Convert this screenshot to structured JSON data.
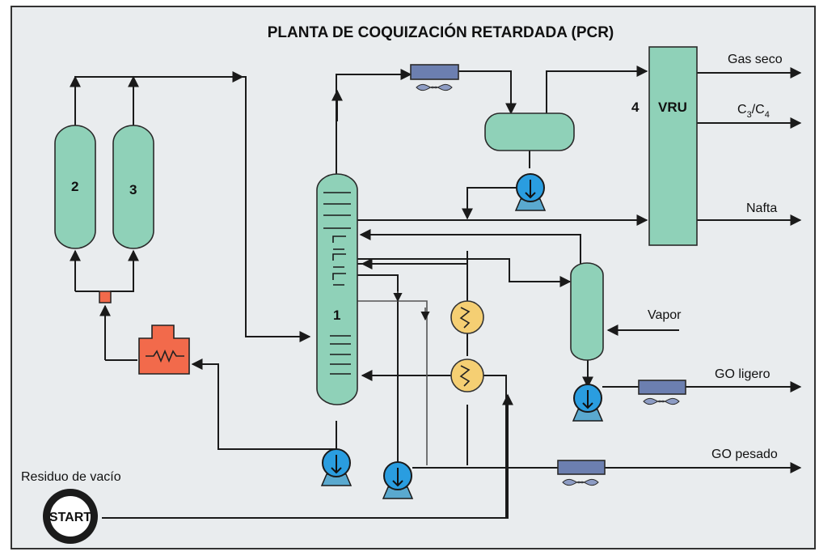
{
  "title": "PLANTA DE COQUIZACIÓN RETARDADA (PCR)",
  "units": {
    "drum_a": "2",
    "drum_b": "3",
    "fractionator": "1",
    "vru_number": "4",
    "vru_label": "VRU"
  },
  "streams": {
    "gas_seco": "Gas seco",
    "c3c4_main": "C",
    "c3c4_sub1": "3",
    "c3c4_sep": "/C",
    "c3c4_sub2": "4",
    "nafta": "Nafta",
    "vapor": "Vapor",
    "go_ligero": "GO ligero",
    "go_pesado": "GO pesado",
    "feed": "Residuo de vacío"
  },
  "start_label": "START",
  "colors": {
    "background": "#e9ecee",
    "vessel": "#8fd1b8",
    "furnace": "#f26a4b",
    "pump": "#2a9de0",
    "exchanger": "#f5cf73",
    "cooler": "#6c7fb0"
  }
}
